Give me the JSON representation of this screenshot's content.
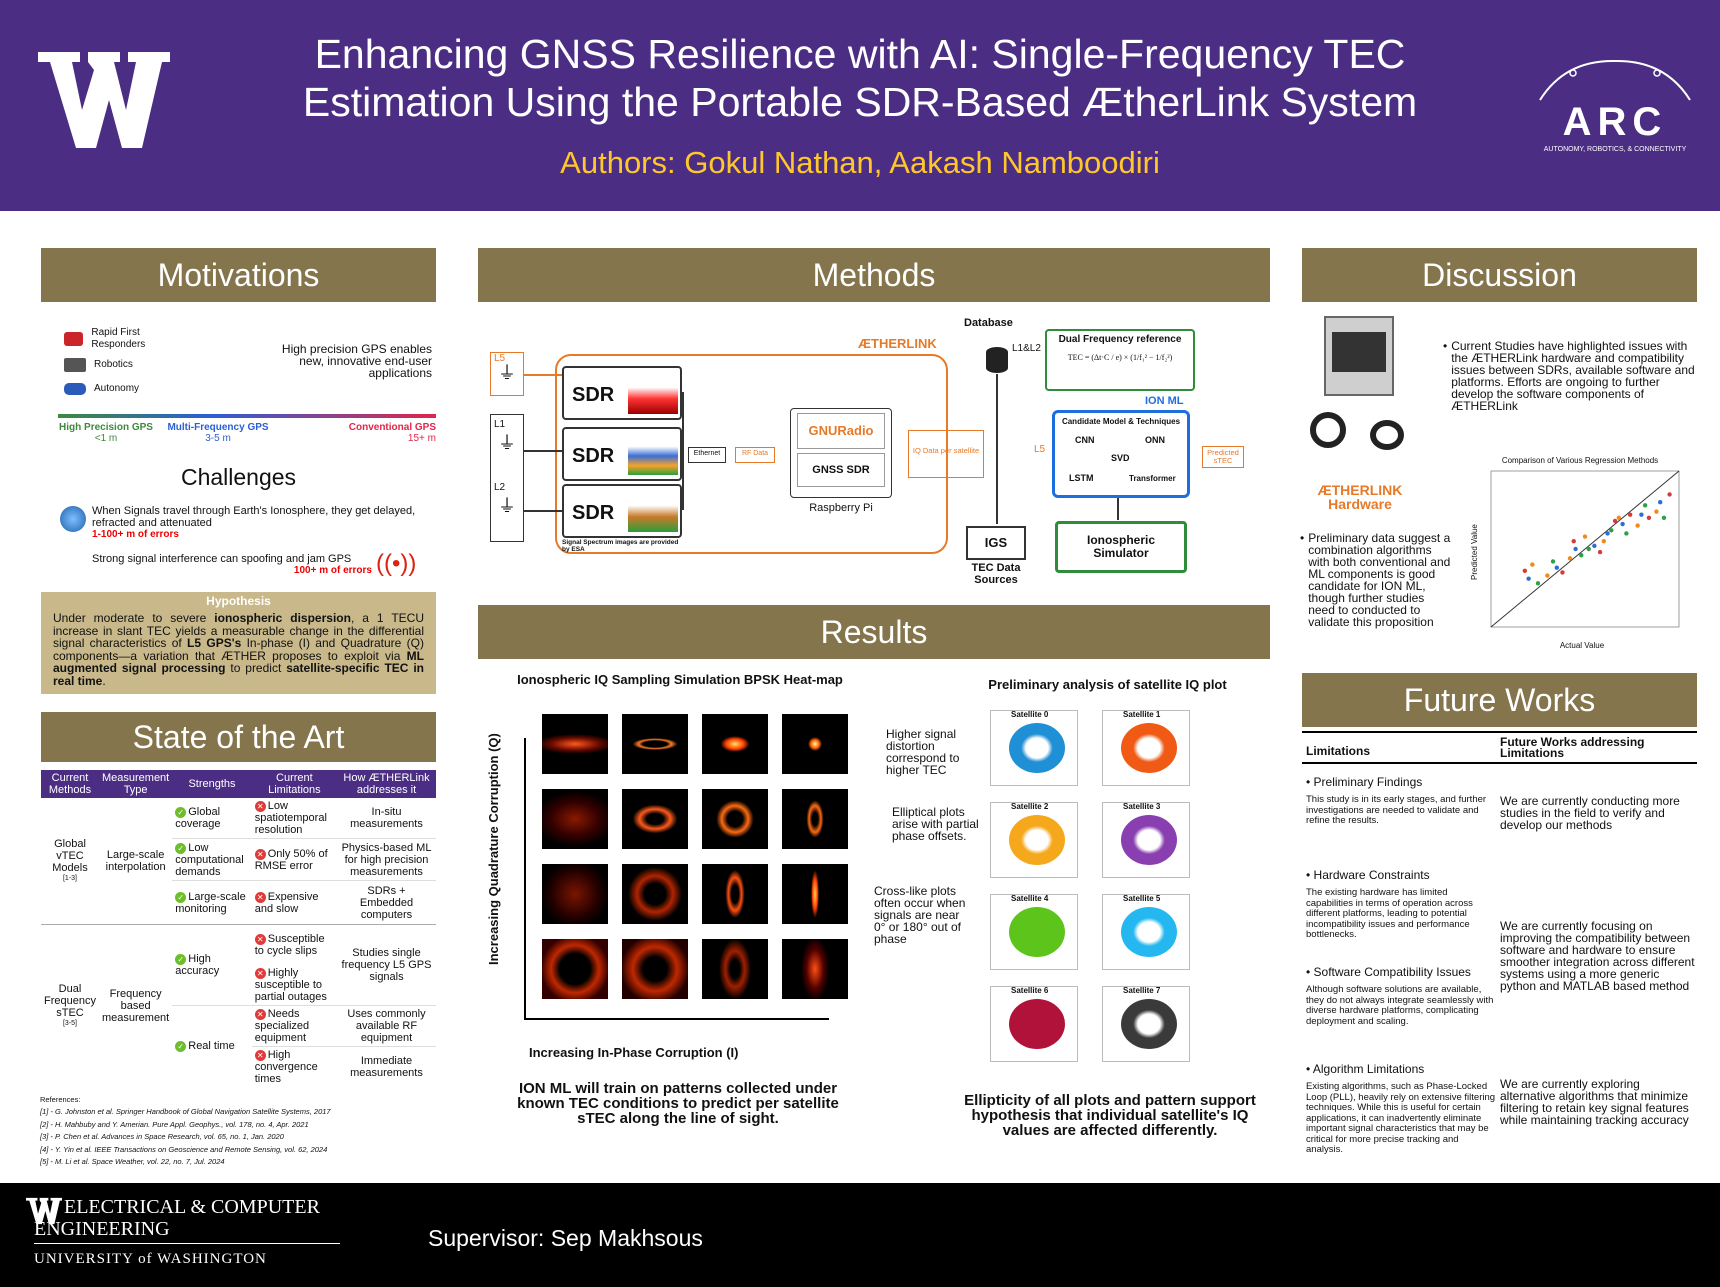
{
  "header": {
    "title_line1": "Enhancing GNSS Resilience with AI: Single-Frequency TEC",
    "title_line2": "Estimation Using the Portable SDR-Based ÆtherLink System",
    "authors": "Authors: Gokul Nathan, Aakash Namboodiri",
    "arc_logo_text": "ARC",
    "arc_tagline": "AUTONOMY, ROBOTICS, & CONNECTIVITY"
  },
  "motivations": {
    "heading": "Motivations",
    "uses": [
      "Rapid First Responders",
      "Robotics",
      "Autonomy"
    ],
    "statement": "High precision GPS enables new, innovative end-user applications",
    "scale": [
      {
        "label": "High Precision GPS",
        "range": "<1 m",
        "color": "#3d8a3d"
      },
      {
        "label": "Multi-Frequency GPS",
        "range": "3-5 m",
        "color": "#2b5fd6"
      },
      {
        "label": "Conventional GPS",
        "range": "15+ m",
        "color": "#e0264a"
      }
    ],
    "challenges_heading": "Challenges",
    "challenge1": "When Signals travel through Earth's Ionosphere, they get delayed, refracted and attenuated",
    "challenge1_err": "1-100+ m of errors",
    "challenge2": "Strong signal interference can spoofing and jam GPS",
    "challenge2_err": "100+ m of errors",
    "hypothesis_heading": "Hypothesis",
    "hyp_t1": "Under moderate to severe ",
    "hyp_b1": "ionospheric dispersion",
    "hyp_t2": ", a 1 TECU increase in slant TEC yields a measurable change in the differential signal characteristics of ",
    "hyp_b2": "L5 GPS's",
    "hyp_t3": " In-phase (I) and Quadrature (Q) components—a variation that ÆTHER proposes to exploit via ",
    "hyp_b3": "ML augmented signal processing",
    "hyp_t4": " to predict ",
    "hyp_b4": "satellite-specific TEC in real time",
    "hyp_t5": "."
  },
  "soa": {
    "heading": "State of the Art",
    "cols": [
      "Current Methods",
      "Measurement Type",
      "Strengths",
      "Current Limitations",
      "How ÆTHERLink addresses it"
    ],
    "g_method": "Global vTEC Models",
    "g_ref": "[1-3]",
    "g_type": "Large-scale interpolation",
    "g_strengths": [
      "Global coverage",
      "Low computational demands",
      "Large-scale monitoring"
    ],
    "g_limits": [
      "Low spatiotemporal resolution",
      "Only 50% of RMSE error",
      "Expensive and slow"
    ],
    "g_addr": [
      "In-situ measurements",
      "Physics-based ML for high precision measurements",
      "SDRs + Embedded computers"
    ],
    "d_method": "Dual Frequency sTEC",
    "d_ref": "[3-5]",
    "d_type": "Frequency based measurement",
    "d_strengths": [
      "High accuracy",
      "Real time"
    ],
    "d_limits": [
      "Susceptible to cycle slips",
      "Highly susceptible to partial outages",
      "Needs specialized equipment",
      "High convergence times"
    ],
    "d_addr": [
      "Studies single frequency L5 GPS signals",
      "Uses commonly available RF equipment",
      "Immediate measurements"
    ],
    "refs_heading": "References:",
    "refs": [
      "[1] - G. Johnston et al. Springer Handbook of Global Navigation Satellite Systems, 2017",
      "[2] - H. Mahbuby and Y. Amerian. Pure Appl. Geophys., vol. 178, no. 4, Apr. 2021",
      "[3] - P. Chen et al. Advances in Space Research, vol. 65, no. 1, Jan. 2020",
      "[4] - Y. Yin et al. IEEE Transactions on Geoscience and Remote Sensing, vol. 62, 2024",
      "[5] - M. Li et al. Space Weather, vol. 22, no. 7, Jul. 2024"
    ]
  },
  "methods": {
    "heading": "Methods",
    "aetherlink": "ÆTHERLINK",
    "antennas": [
      "L5",
      "L1",
      "L2"
    ],
    "sdr": "SDR",
    "spectrum_note": "Signal Spectrum images are provided by ESA",
    "ethernet": "Ethernet",
    "rf_data": "RF Data",
    "gnuradio": "GNURadio",
    "gnss_sdr": "GNSS SDR",
    "rpi": "Raspberry Pi",
    "iq_data": "IQ Data per satellite",
    "database": "Database",
    "l1l2": "L1&L2",
    "l5": "L5",
    "dual_ref": "Dual Frequency reference",
    "formula": "TEC = (Δt·C / e) × (1/f₁² − 1/f₂²)",
    "ion_ml": "ION ML",
    "candidates": "Candidate Model & Techniques",
    "models": [
      "CNN",
      "ONN",
      "SVD",
      "LSTM",
      "Transformer"
    ],
    "predicted": "Predicted sTEC",
    "igs": "IGS",
    "tec_sources": "TEC Data Sources",
    "iono_sim": "Ionospheric Simulator"
  },
  "results": {
    "heading": "Results",
    "heatmap_title": "Ionospheric IQ Sampling Simulation BPSK Heat-map",
    "y_axis": "Increasing Quadrature Corruption (Q)",
    "x_axis": "Increasing In-Phase Corruption (I)",
    "ann1": "Higher signal distortion correspond to higher TEC",
    "ann2": "Elliptical plots arise with partial phase offsets.",
    "ann3": "Cross-like plots often occur when signals are near 0° or 180° out of phase",
    "ion_note": "ION ML will train on patterns collected under known TEC conditions to predict per satellite sTEC along the line of sight.",
    "sat_title": "Preliminary analysis of satellite IQ plot",
    "satellites": [
      {
        "name": "Satellite 0",
        "color": "#1f8fd6"
      },
      {
        "name": "Satellite 1",
        "color": "#f05a14"
      },
      {
        "name": "Satellite 2",
        "color": "#f5a81c"
      },
      {
        "name": "Satellite 3",
        "color": "#8a3fb0"
      },
      {
        "name": "Satellite 4",
        "color": "#5cc41a"
      },
      {
        "name": "Satellite 5",
        "color": "#25b8f0"
      },
      {
        "name": "Satellite 6",
        "color": "#b0123a"
      },
      {
        "name": "Satellite 7",
        "color": "#3a3a3a"
      }
    ],
    "sat_conclusion": "Ellipticity of all plots and pattern support hypothesis that individual satellite's IQ values are affected differently."
  },
  "discussion": {
    "heading": "Discussion",
    "hw_label": "ÆTHERLINK Hardware",
    "bullet1": "Current Studies have highlighted issues with the ÆTHERLink hardware and compatibility issues between SDRs, available software and platforms. Efforts are ongoing to further develop the software components of ÆTHERLink",
    "bullet2": "Preliminary data suggest a combination algorithms with both conventional and ML components is good candidate for ION ML, though further studies need to conducted to validate this proposition",
    "chart_title": "Comparison of Various Regression Methods",
    "chart_x": "Actual Value",
    "chart_y": "Predicted Value"
  },
  "chart_data": {
    "type": "scatter",
    "title": "Comparison of Various Regression Methods",
    "xlabel": "Actual Value",
    "ylabel": "Predicted Value",
    "series": [
      {
        "values": [
          [
            0.2,
            0.31
          ],
          [
            0.35,
            0.38
          ],
          [
            0.45,
            0.5
          ],
          [
            0.55,
            0.52
          ],
          [
            0.62,
            0.6
          ],
          [
            0.7,
            0.66
          ],
          [
            0.8,
            0.72
          ],
          [
            0.9,
            0.8
          ]
        ]
      },
      {
        "values": [
          [
            0.22,
            0.4
          ],
          [
            0.3,
            0.33
          ],
          [
            0.42,
            0.44
          ],
          [
            0.5,
            0.58
          ],
          [
            0.6,
            0.55
          ],
          [
            0.68,
            0.7
          ],
          [
            0.78,
            0.65
          ],
          [
            0.88,
            0.74
          ]
        ]
      },
      {
        "values": [
          [
            0.25,
            0.28
          ],
          [
            0.33,
            0.42
          ],
          [
            0.48,
            0.46
          ],
          [
            0.52,
            0.5
          ],
          [
            0.64,
            0.62
          ],
          [
            0.72,
            0.6
          ],
          [
            0.82,
            0.78
          ],
          [
            0.92,
            0.7
          ]
        ]
      },
      {
        "values": [
          [
            0.18,
            0.36
          ],
          [
            0.38,
            0.35
          ],
          [
            0.44,
            0.55
          ],
          [
            0.58,
            0.48
          ],
          [
            0.66,
            0.68
          ],
          [
            0.74,
            0.72
          ],
          [
            0.84,
            0.7
          ],
          [
            0.95,
            0.85
          ]
        ]
      }
    ]
  },
  "future": {
    "heading": "Future Works",
    "col1": "Limitations",
    "col2": "Future Works addressing Limitations",
    "items": [
      {
        "title": "Preliminary Findings",
        "desc": "This study is in its early stages, and further investigations are needed to validate and refine the results.",
        "work": "We are currently conducting more studies in the field to verify and develop our methods"
      },
      {
        "title": "Hardware Constraints",
        "desc": "The existing hardware has limited capabilities in terms of operation across different platforms, leading to potential incompatibility issues and performance bottlenecks.",
        "work": "We are currently focusing on improving the compatibility between software and hardware to ensure smoother integration across different systems using a more generic python and MATLAB based method"
      },
      {
        "title": "Software Compatibility Issues",
        "desc": "Although software solutions are available, they do not always integrate seamlessly with diverse hardware platforms, complicating deployment and scaling.",
        "work": ""
      },
      {
        "title": "Algorithm Limitations",
        "desc": "Existing algorithms, such as Phase-Locked Loop (PLL), heavily rely on extensive filtering techniques. While this is useful for certain applications, it can inadvertently eliminate important signal characteristics that may be critical for more precise tracking and analysis.",
        "work": "We are currently exploring alternative algorithms that minimize filtering to retain key signal features while maintaining tracking accuracy"
      }
    ]
  },
  "footer": {
    "dept1": "ELECTRICAL & COMPUTER",
    "dept2": "ENGINEERING",
    "univ": "UNIVERSITY of WASHINGTON",
    "supervisor": "Supervisor: Sep Makhsous"
  },
  "colors": {
    "uw_purple": "#4b2e83",
    "uw_gold": "#ffc72c",
    "section": "#85754d",
    "hypothesis_bg": "#c8b88a"
  }
}
